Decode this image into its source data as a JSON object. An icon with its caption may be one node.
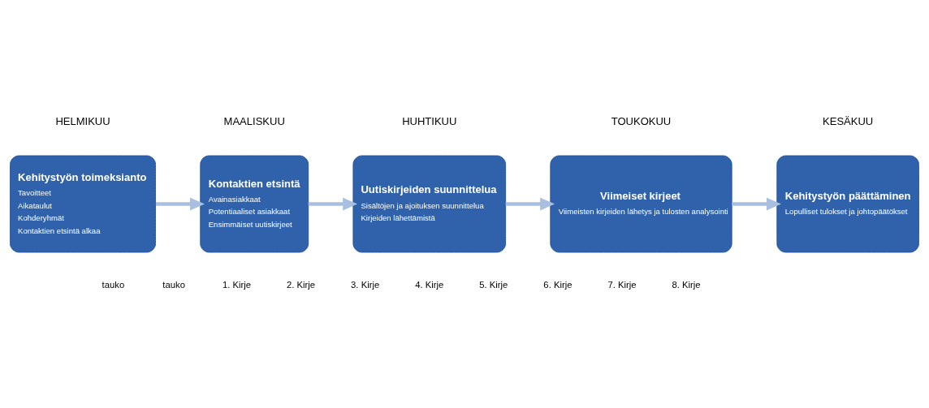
{
  "diagram": {
    "nodes": [
      {
        "text": [
          "Kehitystyön toimeksianto",
          "Tavoitteet",
          "Aikataulut",
          "Kohderyhmät",
          "Kontaktien etsintä alkaa"
        ]
      },
      {
        "text": [
          "Kontaktien etsintä",
          "Avainasiakkaat",
          "Potentiaaliset asiakkaat",
          "Ensimmäiset uutiskirjeet"
        ]
      },
      {
        "text": [
          "Uutiskirjeiden suunnittelua",
          "Sisältöjen ja ajoituksen suunnittelua",
          "Kirjeiden lähettämistä"
        ]
      },
      {
        "text": [
          "Viimeiset kirjeet",
          "Viimeisten kirjeiden lähetys ja tulosten analysointi"
        ]
      },
      {
        "text": [
          "Kehitystyön päättäminen",
          "Lopulliset tulokset ja johtopäätökset"
        ]
      }
    ],
    "edges": [
      {
        "from": 0,
        "to": 1,
        "arrow": "to"
      },
      {
        "from": 1,
        "to": 2,
        "arrow": "to"
      },
      {
        "from": 2,
        "to": 3,
        "arrow": "to"
      },
      {
        "from": 3,
        "to": 4,
        "arrow": "to"
      }
    ],
    "labels": [
      "HELMIKUU",
      "MAALISKUU",
      "HUHTIKUU",
      "TOUKOKUU",
      "KESÄKUU",
      "tauko",
      "tauko",
      "1. Kirje",
      "2. Kirje",
      "3. Kirje",
      "4. Kirje",
      "5. Kirje",
      "6. Kirje",
      "7. Kirje",
      "8. Kirje"
    ]
  }
}
